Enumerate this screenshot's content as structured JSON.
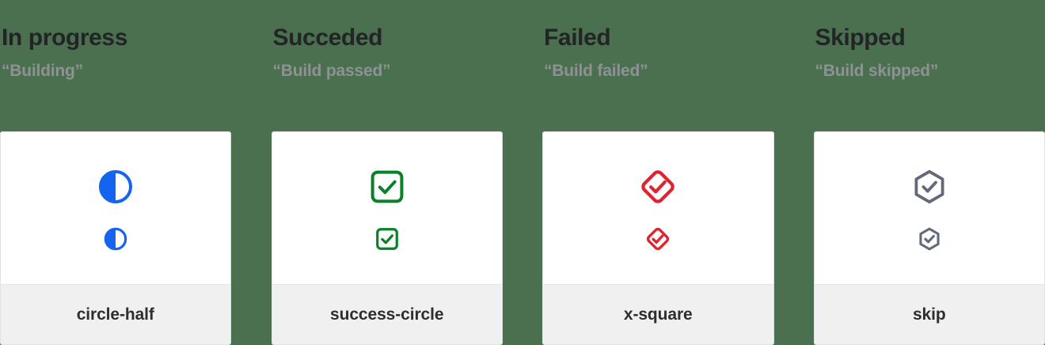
{
  "page": {
    "background_color": "#4a7050",
    "card_background": "#ffffff",
    "footer_background": "#f0f0f0"
  },
  "columns": [
    {
      "title": "In progress",
      "subtitle": "“Building”",
      "icon_name": "circle-half",
      "icon_label": "circle-half",
      "color": "#1564f0",
      "sizes": [
        "48",
        "32"
      ]
    },
    {
      "title": "Succeded",
      "subtitle": "“Build passed”",
      "icon_name": "success-circle",
      "icon_label": "success-circle",
      "color": "#0a8028",
      "sizes": [
        "48",
        "32"
      ]
    },
    {
      "title": "Failed",
      "subtitle": "“Build failed”",
      "icon_name": "x-square",
      "icon_label": "x-square",
      "color": "#e0232e",
      "sizes": [
        "48",
        "32"
      ]
    },
    {
      "title": "Skipped",
      "subtitle": "“Build skipped”",
      "icon_name": "skip",
      "icon_label": "skip",
      "color": "#626a78",
      "sizes": [
        "48",
        "32"
      ]
    }
  ]
}
